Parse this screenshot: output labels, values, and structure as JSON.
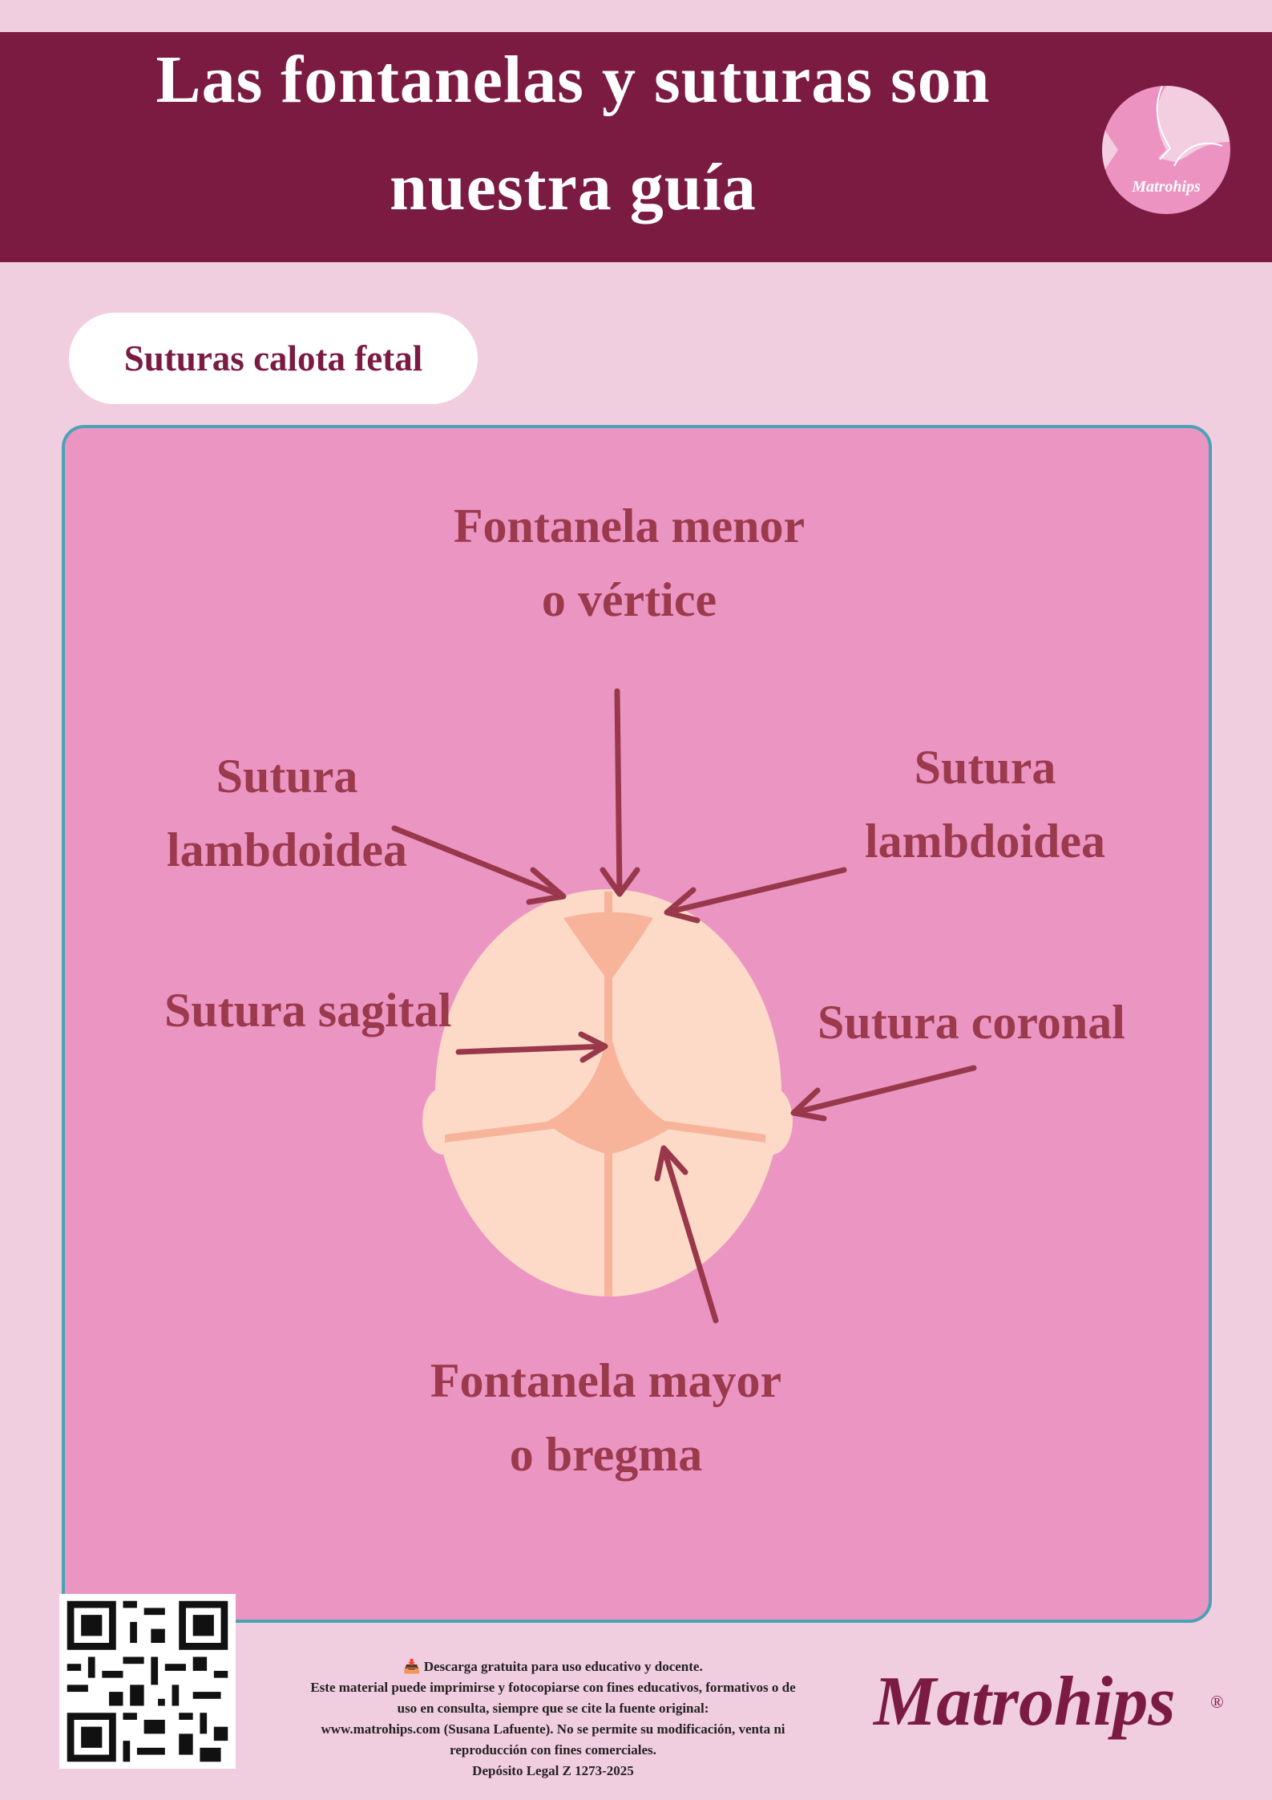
{
  "header": {
    "title_line1": "Las fontanelas y suturas son",
    "title_line2": "nuestra guía",
    "logo_text": "Matrohips"
  },
  "section_pill": "Suturas calota fetal",
  "labels": {
    "fontanela_menor": [
      "Fontanela menor",
      "o vértice"
    ],
    "lambdoidea_left": [
      "Sutura",
      "lambdoidea"
    ],
    "lambdoidea_right": [
      "Sutura",
      "lambdoidea"
    ],
    "sagital": "Sutura sagital",
    "coronal": "Sutura coronal",
    "fontanela_mayor": [
      "Fontanela mayor",
      "o bregma"
    ]
  },
  "footer": {
    "lines": [
      "📥 Descarga gratuita para uso educativo y docente.",
      "Este material puede imprimirse y fotocopiarse con fines educativos, formativos o de",
      "uso en consulta, siempre que se cite la fuente original:",
      "www.matrohips.com (Susana Lafuente).  No se permite su modificación, venta ni",
      "reproducción con fines comerciales.",
      "Depósito Legal Z 1273-2025"
    ],
    "brand": "Matrohips",
    "registered": "®"
  },
  "colors": {
    "header": "#7b1b42",
    "background": "#f1cde0",
    "panel": "#eb95c3",
    "border": "#4aa3b5",
    "label": "#9b3a4c",
    "head": "#fddac8",
    "suture": "#f7b49a"
  }
}
